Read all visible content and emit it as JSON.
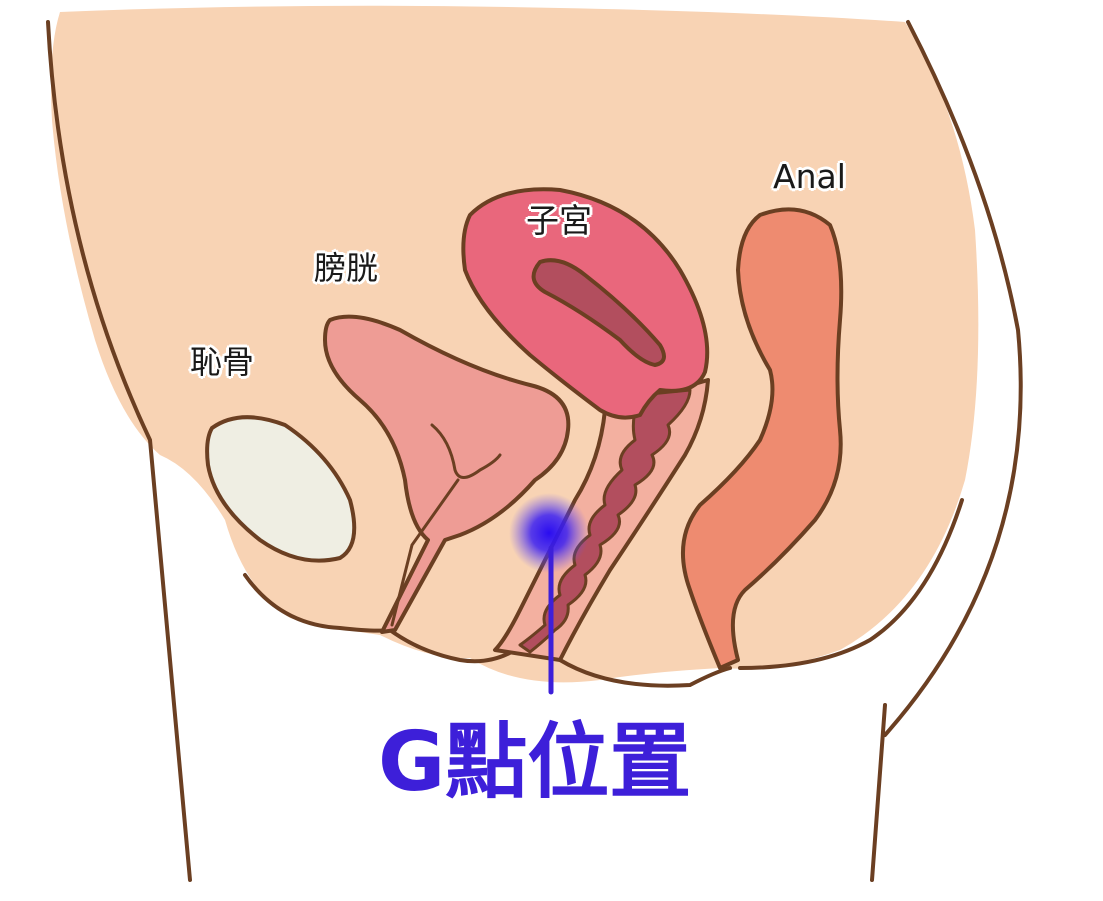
{
  "labels": {
    "pubic_bone": "恥骨",
    "bladder": "膀胱",
    "uterus": "子宮",
    "anal": "Anal",
    "g_spot": "G點位置"
  },
  "colors": {
    "outline": "#6b3f22",
    "skin": "#f8d3b4",
    "bone": "#efeee3",
    "bladder": "#ee9c95",
    "uterus": "#e9677c",
    "uterus_inner": "#b24e5e",
    "rectum": "#ee8b70",
    "g_spot_accent": "#3d1fd9"
  }
}
